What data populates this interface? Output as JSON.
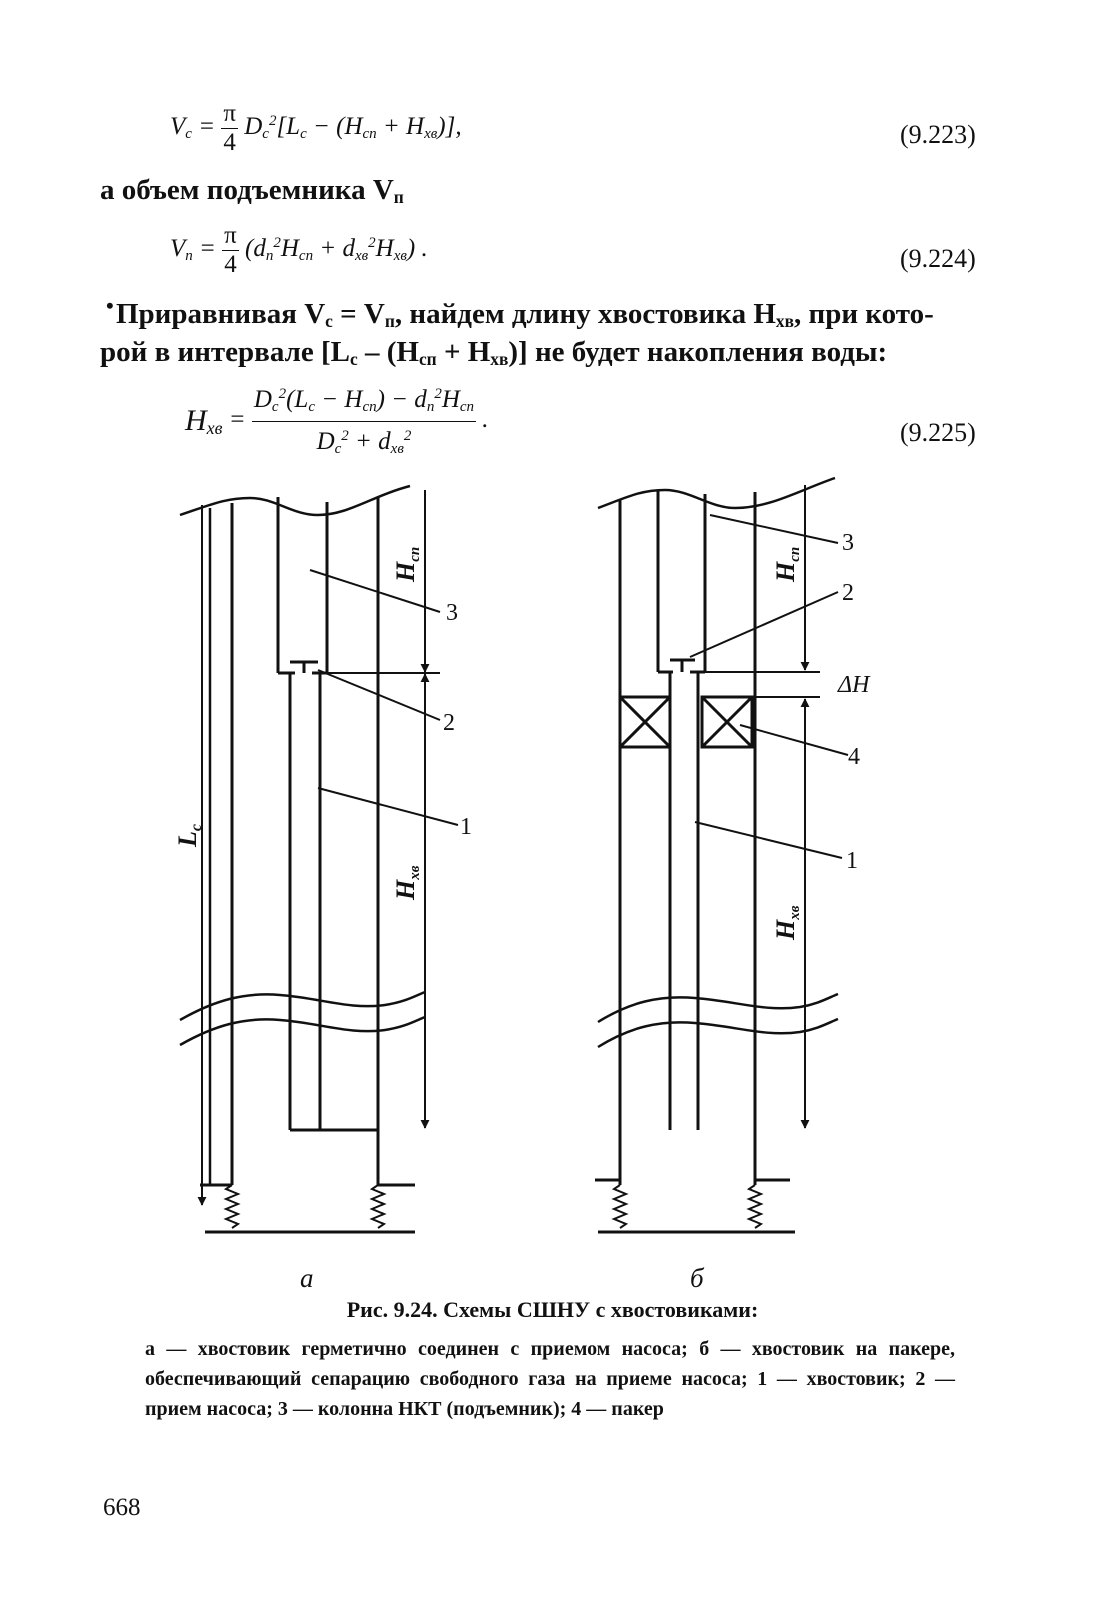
{
  "equations": {
    "eq223_number": "(9.223)",
    "eq224_number": "(9.224)",
    "eq225_number": "(9.225)"
  },
  "text": {
    "lifter_volume_intro": "а объем подъемника V",
    "lifter_volume_sub": "п",
    "para_line1": "Приравнивая V",
    "para_line1_b": " = V",
    "para_line1_c": ", найдем длину хвостовика H",
    "para_line1_d": ", при кото-",
    "para_line2": "рой в интервале [L",
    "para_line2_b": " – (H",
    "para_line2_c": " + H",
    "para_line2_d": ")] не будет накопления воды:",
    "bullet": "•"
  },
  "figure": {
    "label_a": "а",
    "label_b": "б",
    "dim_Lc": "L",
    "dim_Lc_sub": "с",
    "dim_Hsp": "H",
    "dim_Hsp_sub": "сп",
    "dim_Hhv": "H",
    "dim_Hhv_sub": "хв",
    "dim_dH": "ΔH",
    "callout_1": "1",
    "callout_2": "2",
    "callout_3": "3",
    "callout_4": "4"
  },
  "caption": {
    "title": "Рис. 9.24. Схемы СШНУ с хвостовиками:",
    "legend": "а — хвостовик герметично соединен с приемом насоса; б — хвостовик на пакере, обеспечивающий сепарацию свободного газа на приеме насоса; 1 — хвостовик; 2 — прием насоса; 3 — колонна НКТ (подъемник); 4 — пакер"
  },
  "page_number": "668"
}
